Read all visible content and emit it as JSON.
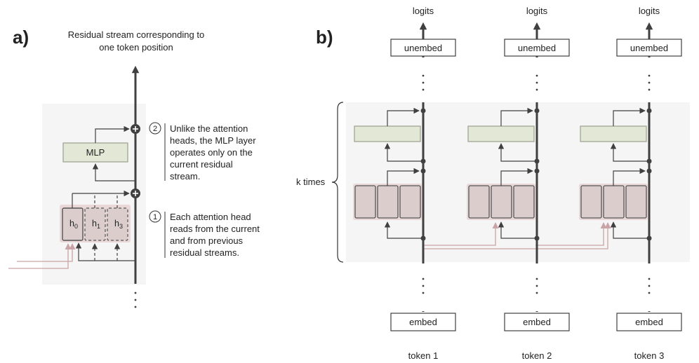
{
  "panel_a": {
    "letter": "a)",
    "title_line1": "Residual stream corresponding to",
    "title_line2": "one token position",
    "mlp_label": "MLP",
    "heads": [
      {
        "base": "h",
        "sub": "0"
      },
      {
        "base": "h",
        "sub": "1"
      },
      {
        "base": "h",
        "sub": "3"
      }
    ],
    "notes": [
      {
        "marker": "2",
        "lines": [
          "Unlike the attention",
          "heads, the MLP layer",
          "operates only on the",
          "current residual",
          "stream."
        ]
      },
      {
        "marker": "1",
        "lines": [
          "Each attention head",
          "reads from the current",
          "and from previous",
          "residual streams."
        ]
      }
    ]
  },
  "panel_b": {
    "letter": "b)",
    "repeat_label": "k times",
    "columns": [
      {
        "top_label": "logits",
        "unembed_label": "unembed",
        "embed_label": "embed",
        "token_label": "token 1"
      },
      {
        "top_label": "logits",
        "unembed_label": "unembed",
        "embed_label": "embed",
        "token_label": "token 2"
      },
      {
        "top_label": "logits",
        "unembed_label": "unembed",
        "embed_label": "embed",
        "token_label": "token 3"
      }
    ]
  },
  "colors": {
    "stream": "#404040",
    "mlp_fill": "#e3e8d6",
    "mlp_stroke": "#9a9f8c",
    "attn_fill": "#dccdcd",
    "attn_stroke": "#555555",
    "attn_group_fill": "#ead8d8",
    "cross_arrow": "#c9a3a5",
    "panel_bg": "#f5f5f5"
  }
}
